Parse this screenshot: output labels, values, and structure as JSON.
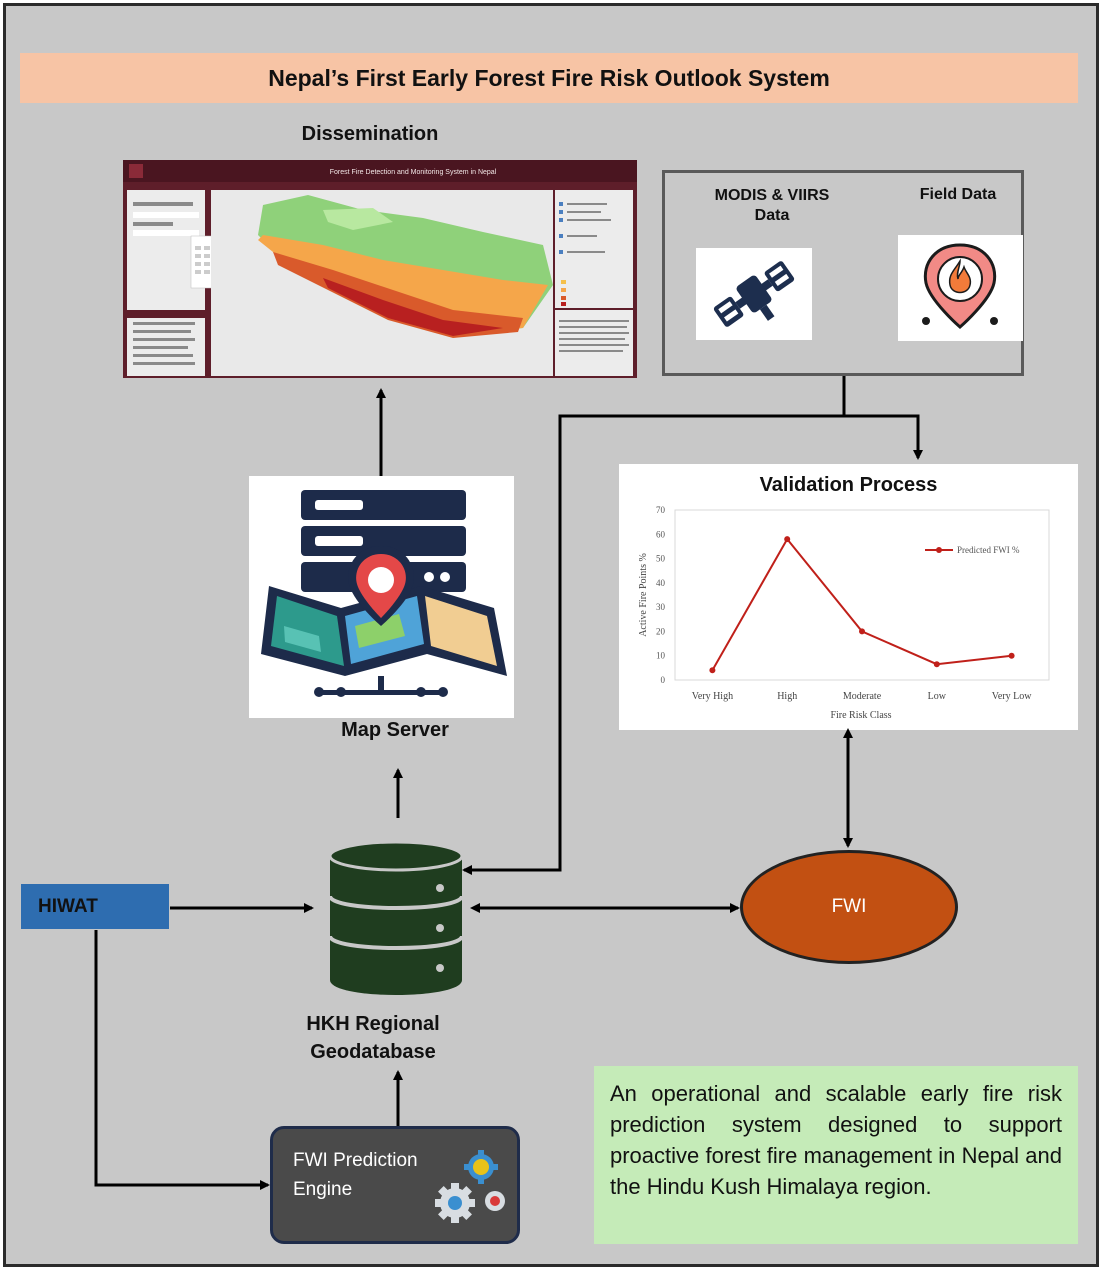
{
  "title": "Nepal’s First Early Forest Fire Risk Outlook System",
  "dissemination": {
    "label": "Dissemination",
    "portal_title": "Forest Fire Detection and Monitoring System in Nepal"
  },
  "map_server": {
    "label": "Map Server"
  },
  "data_sources": {
    "modis_label": "MODIS & VIIRS Data",
    "field_label": "Field Data"
  },
  "validation": {
    "title": "Validation Process"
  },
  "geodatabase": {
    "label": "HKH Regional Geodatabase"
  },
  "hiwat": {
    "label": "HIWAT"
  },
  "fwi": {
    "label": "FWI"
  },
  "engine": {
    "label": "FWI Prediction Engine"
  },
  "description": "An operational and scalable early fire risk prediction system designed to support proactive forest fire management in Nepal and the Hindu Kush Himalaya region.",
  "colors": {
    "banner": "#f7c4a5",
    "hiwat": "#2e6db0",
    "fwi": "#c25012",
    "database": "#1f3d1f",
    "description_bg": "#c5ebb8",
    "line": "#c0201a"
  },
  "chart_data": {
    "type": "line",
    "title": "",
    "categories": [
      "Very High",
      "High",
      "Moderate",
      "Low",
      "Very Low"
    ],
    "series": [
      {
        "name": "Predicted FWI %",
        "values": [
          4,
          58,
          20,
          6.5,
          10
        ]
      }
    ],
    "xlabel": "Fire Risk Class",
    "ylabel": "Active Fire Points %",
    "ylim": [
      0,
      70
    ],
    "yticks": [
      "0",
      "10",
      "20",
      "30",
      "40",
      "50",
      "60",
      "70"
    ],
    "legend": "top-right",
    "grid": false
  }
}
